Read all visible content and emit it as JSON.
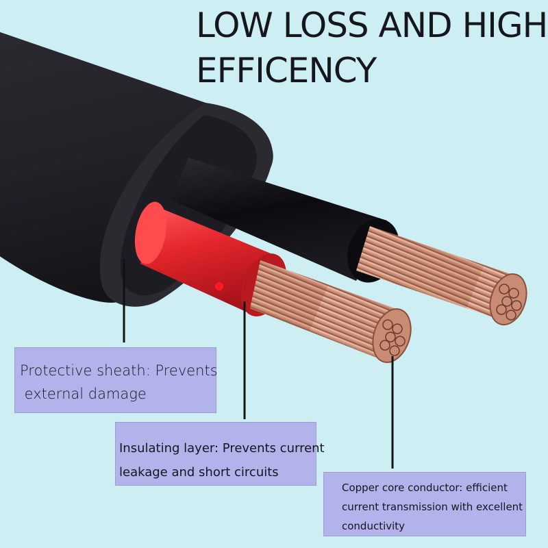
{
  "heading": {
    "line1": "LOW LOSS AND HIGH",
    "line2": "EFFICENCY"
  },
  "callouts": {
    "sheath": {
      "line1": "Protective sheath: Prevents",
      "line2": " external damage"
    },
    "insulation": {
      "line1": "Insulating layer: Prevents current",
      "line2": "leakage and short circuits"
    },
    "copper": {
      "line1": "Copper core conductor: efficient",
      "line2": "current transmission with excellent",
      "line3": "conductivity"
    }
  },
  "colors": {
    "background": "#cdeef2",
    "sheath": "#1e1e24",
    "insulation_red": "#e5262c",
    "insulation_black": "#101014",
    "copper": "#c98b74",
    "callout_box": "#b3b3ec"
  }
}
